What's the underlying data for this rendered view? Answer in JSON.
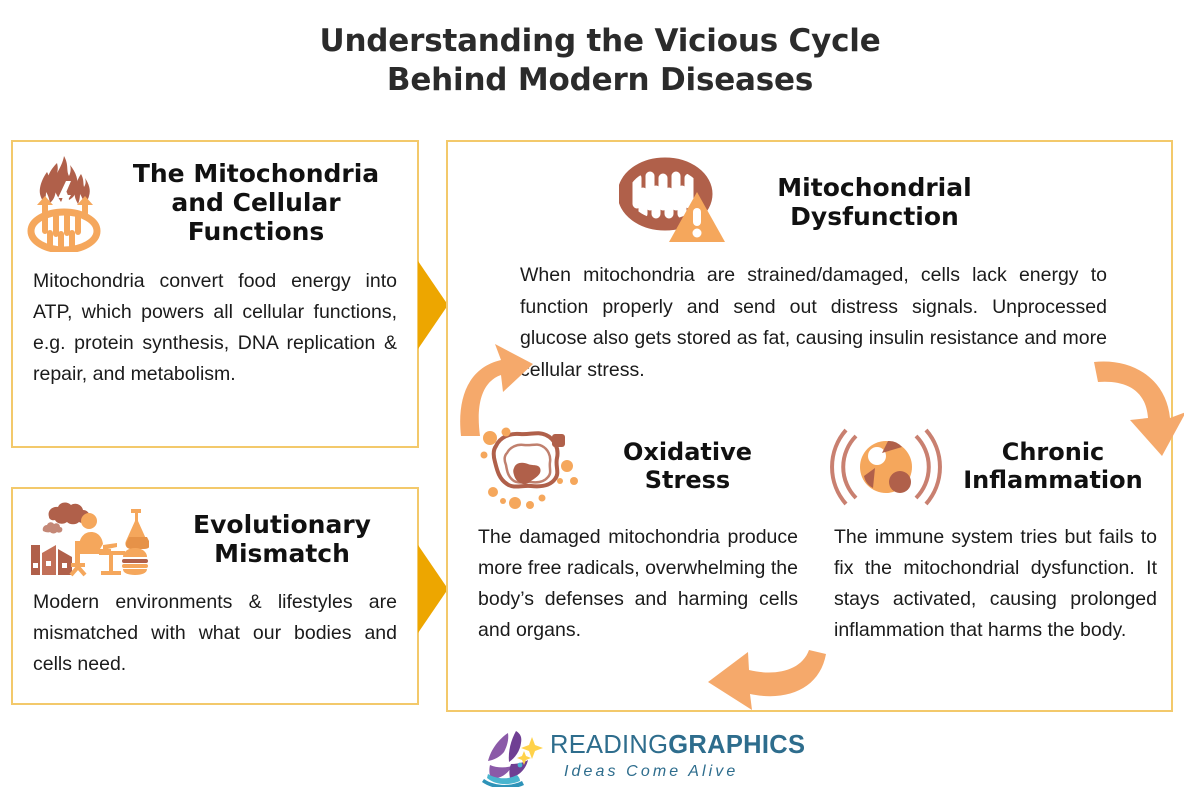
{
  "title": {
    "line1": "Understanding the Vicious Cycle",
    "line2": "Behind Modern Diseases"
  },
  "colors": {
    "panel_border": "#f3c96b",
    "connector_arrow": "#eda600",
    "cycle_arrow": "#f5a96b",
    "icon_orange": "#f5a75c",
    "icon_brown": "#b0604a",
    "heading": "#111111",
    "body": "#1b1b1b",
    "title": "#2b2b2b",
    "logo_blue": "#2e6d8d",
    "logo_purple": "#7b4a9c",
    "logo_star": "#ffd24a"
  },
  "left_cards": [
    {
      "id": "mitochondria",
      "icon": "mitochondria-flame-icon",
      "heading": "The Mitochondria and Cellular Functions",
      "body": "Mitochondria convert food energy into ATP, which powers all cellular functions, e.g. protein synthesis, DNA replication & repair, and metabolism."
    },
    {
      "id": "evolutionary",
      "icon": "factory-desk-fastfood-icon",
      "heading": "Evolutionary Mismatch",
      "body": "Modern environments & lifestyles are mismatched with what our bodies and cells need."
    }
  ],
  "cycle": {
    "dysfunction": {
      "icon": "damaged-mitochondria-warning-icon",
      "heading": "Mitochondrial Dysfunction",
      "body": "When mitochondria are strained/damaged, cells lack energy to function properly and send out distress signals. Unprocessed glucose also gets stored as fat, causing insulin resistance and more cellular stress."
    },
    "oxidative": {
      "icon": "free-radical-cell-icon",
      "heading": "Oxidative Stress",
      "body": "The damaged mitochondria produce more free radicals, overwhelming the body’s defenses and harming cells and organs."
    },
    "inflammation": {
      "icon": "inflamed-cell-icon",
      "heading": "Chronic Inflammation",
      "body": "The immune system tries but fails to fix  the mitochondrial dysfunction. It stays activated, causing prolonged inflammation that harms the body."
    },
    "arrows": [
      {
        "name": "arrow-up-left",
        "direction": "up-right",
        "from": "oxidative",
        "to": "dysfunction"
      },
      {
        "name": "arrow-down-right",
        "direction": "down",
        "from": "dysfunction",
        "to": "inflammation"
      },
      {
        "name": "arrow-left-bottom",
        "direction": "left",
        "from": "inflammation",
        "to": "oxidative"
      }
    ]
  },
  "connectors": [
    {
      "name": "connector-mitochondria-to-cycle",
      "shape": "right-triangle"
    },
    {
      "name": "connector-evolutionary-to-cycle",
      "shape": "right-triangle"
    }
  ],
  "logo": {
    "word_light": "READING",
    "word_bold": "GRAPHICS",
    "tagline": "Ideas Come Alive"
  }
}
